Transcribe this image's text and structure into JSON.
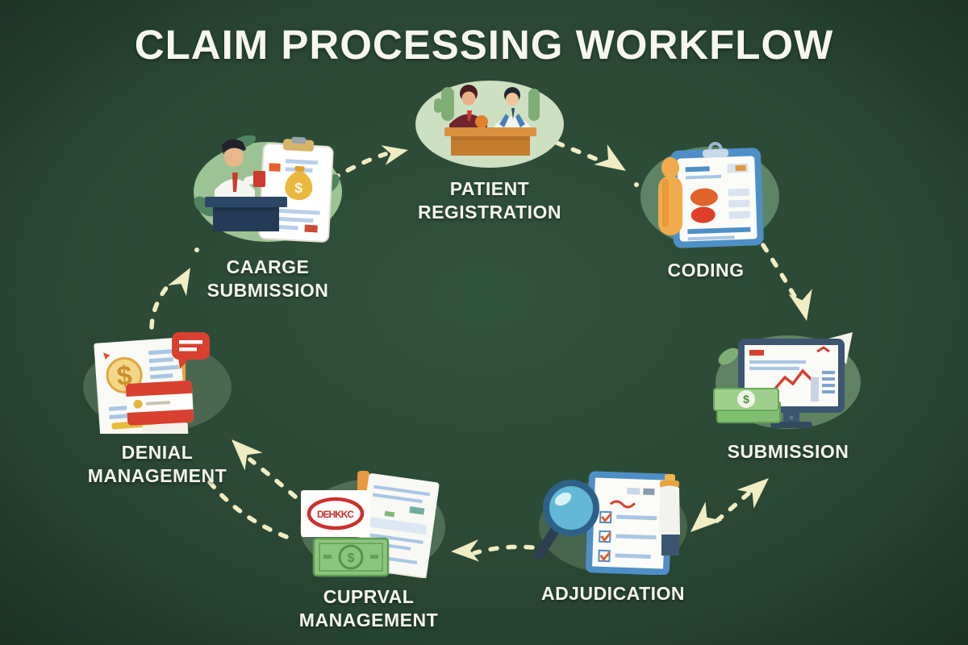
{
  "title": "CLAIM PROCESSING WORKFLOW",
  "nodes": {
    "patient_registration": {
      "line1": "PATIENT",
      "line2": "REGISTRATION"
    },
    "coding": {
      "line1": "CODING"
    },
    "submission": {
      "line1": "SUBMISSION"
    },
    "adjudication": {
      "line1": "ADJUDICATION"
    },
    "approval_management": {
      "line1": "CUPRVAL",
      "line2": "MANAGEMENT"
    },
    "denial_management": {
      "line1": "DENIAL",
      "line2": "MANAGEMENT"
    },
    "charge_submission": {
      "line1": "CAARGE",
      "line2": "SUBMISSION"
    }
  },
  "stamp": {
    "text": "DEHKKC"
  },
  "arrows": [
    {
      "from": "charge_submission",
      "to": "patient_registration"
    },
    {
      "from": "patient_registration",
      "to": "coding"
    },
    {
      "from": "coding",
      "to": "submission"
    },
    {
      "from": "submission",
      "to": "adjudication",
      "bidirectional": true
    },
    {
      "from": "adjudication",
      "to": "approval_management"
    },
    {
      "from": "approval_management",
      "to": "denial_management"
    },
    {
      "from": "denial_management",
      "to": "charge_submission"
    }
  ],
  "colors": {
    "background": "#2b4935",
    "arrow": "#f0edc2",
    "label": "#f4f4ee",
    "title": "#f6f6f0"
  }
}
